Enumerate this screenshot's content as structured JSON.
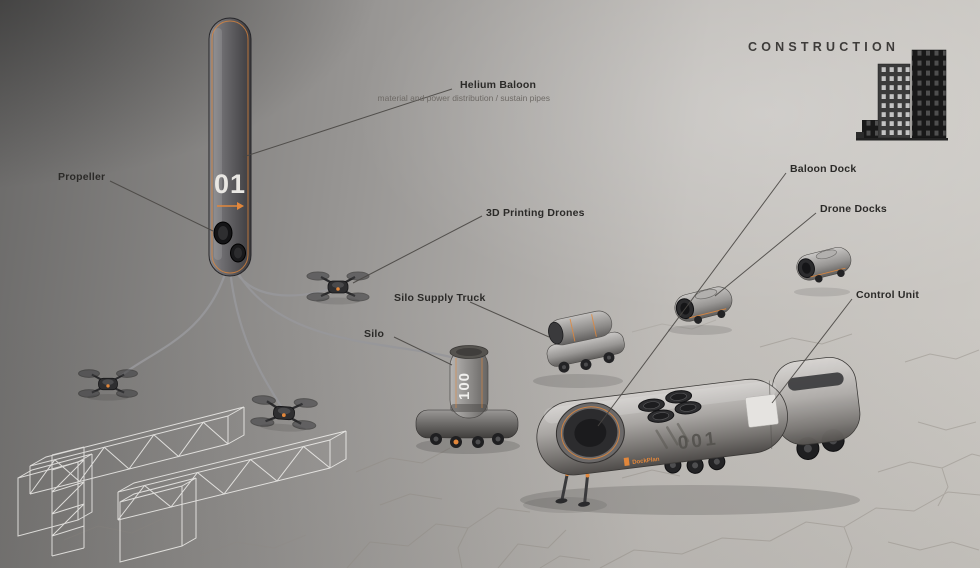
{
  "scene": {
    "title": "CONSTRUCTION",
    "labels": {
      "propeller": "Propeller",
      "helium_baloon_title": "Helium Baloon",
      "helium_baloon_subtitle": "material and power distribution / sustain pipes",
      "printing_drones": "3D Printing Drones",
      "silo_supply_truck": "Silo Supply Truck",
      "silo": "Silo",
      "baloon_dock": "Baloon Dock",
      "drone_docks": "Drone Docks",
      "control_unit": "Control Unit"
    },
    "markings": {
      "balloon_id": "01",
      "control_vehicle_id": "001",
      "silo_id": "100",
      "vehicle_brand": "DockPlan"
    },
    "colors": {
      "accent": "#e2873b",
      "label_text": "#2b2a28",
      "subtitle_text": "#6e6a66"
    }
  }
}
